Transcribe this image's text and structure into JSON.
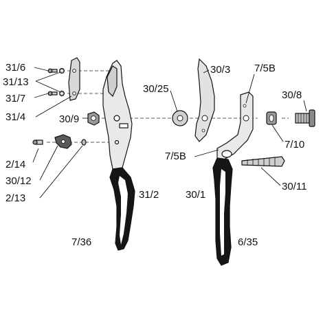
{
  "figure": {
    "labels": {
      "l31_6": "31/6",
      "l31_13": "31/13",
      "l31_7": "31/7",
      "l31_4": "31/4",
      "l30_9": "30/9",
      "l30_25": "30/25",
      "l30_3": "30/3",
      "l7_5B_top": "7/5B",
      "l30_8": "30/8",
      "l7_10": "7/10",
      "l7_5B_mid": "7/5B",
      "l2_14": "2/14",
      "l30_12": "30/12",
      "l2_13": "2/13",
      "l31_2": "31/2",
      "l30_1": "30/1",
      "l30_11": "30/11",
      "l7_36": "7/36",
      "l6_35": "6/35"
    },
    "colors": {
      "grip": "#161616",
      "metal": "#e9e9e9",
      "line": "#111111"
    }
  }
}
